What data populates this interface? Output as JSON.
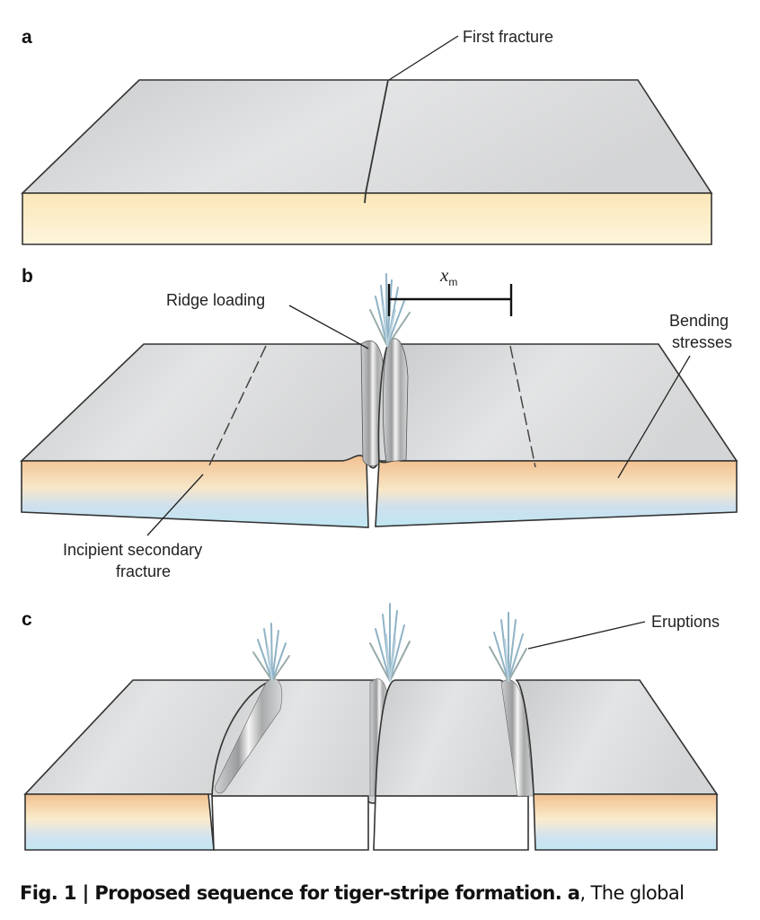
{
  "panels": [
    {
      "letter": "a",
      "annotations": [
        "First fracture"
      ]
    },
    {
      "letter": "b",
      "annotations": [
        "Ridge loading",
        "Bending",
        "stresses",
        "Incipient secondary",
        "fracture"
      ],
      "distance_label": {
        "symbol": "x",
        "subscript": "m"
      }
    },
    {
      "letter": "c",
      "annotations": [
        "Eruptions"
      ]
    }
  ],
  "caption": {
    "fig_label": "Fig. 1 |",
    "title": " Proposed sequence for tiger-stripe formation.",
    "part_letter": " a",
    "text": ", The global"
  },
  "colors": {
    "ice_top": "#d9dadb",
    "warm_edge": "#f6dca2",
    "orange_band": "#f0b987",
    "cold_edge": "#c7e6f1",
    "plume": "#8fb3c6",
    "outline": "#333333"
  }
}
